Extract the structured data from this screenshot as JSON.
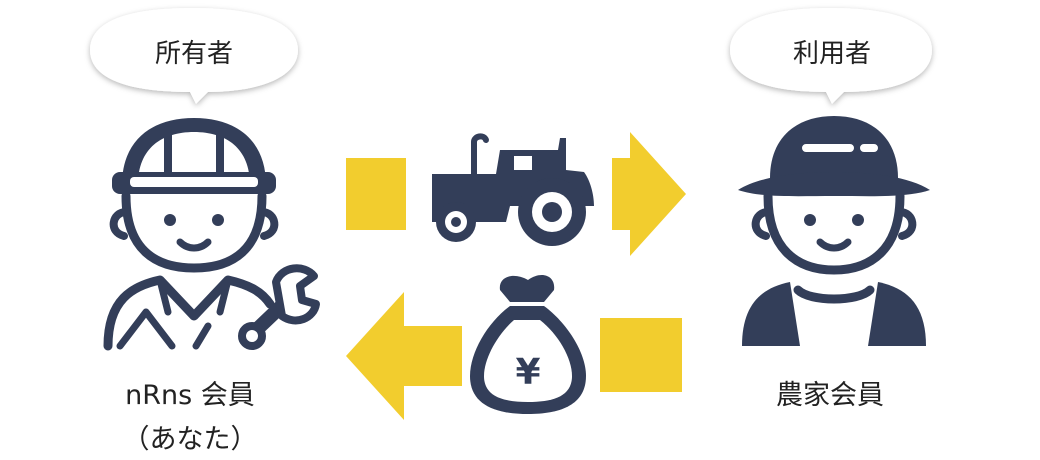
{
  "owner": {
    "bubble_label": "所有者",
    "caption_line1": "nRns 会員",
    "caption_line2": "（あなた）",
    "icon": "mechanic-with-wrench-icon"
  },
  "user": {
    "bubble_label": "利用者",
    "caption": "農家会員",
    "icon": "farmer-with-hat-icon"
  },
  "flows": {
    "lend": {
      "icon": "tractor-icon",
      "direction": "owner-to-user"
    },
    "pay": {
      "icon": "yen-money-bag-icon",
      "symbol": "¥",
      "direction": "user-to-owner"
    }
  },
  "colors": {
    "ink": "#333e59",
    "accent": "#f2cd2e",
    "bubble_fill": "#ffffff",
    "bubble_shadow": "#c8c8c8",
    "text": "#222222"
  }
}
